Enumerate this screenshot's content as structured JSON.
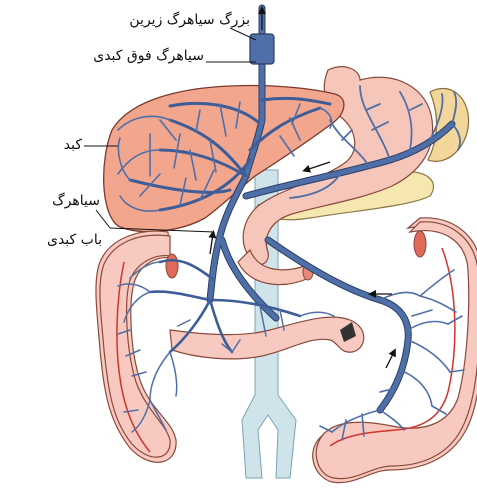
{
  "labels": {
    "inferior_vena_cava": "بزرگ سیاهرگ زیرین",
    "hepatic_vein": "سیاهرگ فوق کبدی",
    "liver": "کبد",
    "portal_vein_line1": "سیاهرگ",
    "portal_vein_line2": "باب کبدی"
  },
  "colors": {
    "vein": "#4f6fa8",
    "vein_outline": "#2c3f66",
    "liver": "#f2a68e",
    "stomach": "#f5c6b9",
    "intestine": "#f7c9c0",
    "spleen": "#f3d69a",
    "pancreas": "#f6e7b0",
    "aorta": "#cfe4ea",
    "artery_line": "#d0342c"
  }
}
